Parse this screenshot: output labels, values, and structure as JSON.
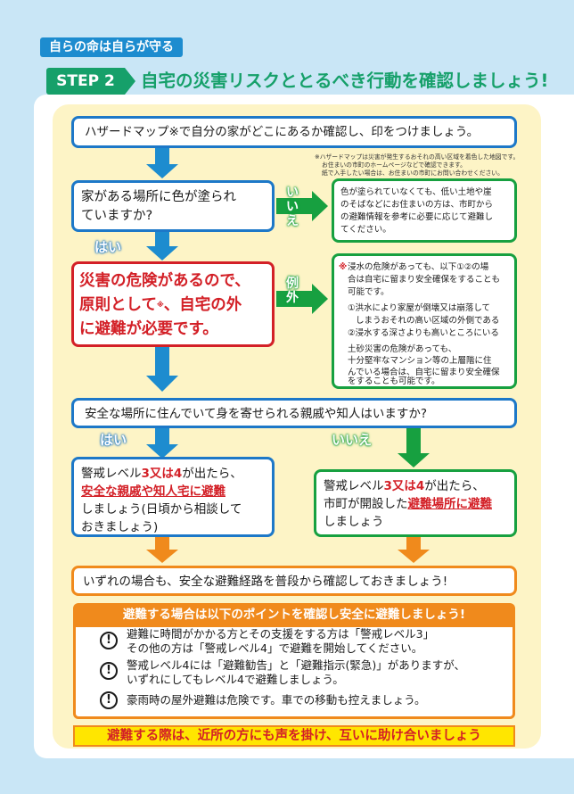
{
  "header": {
    "tag": "自らの命は自らが守る",
    "step": "STEP 2",
    "title": "自宅の災害リスクととるべき行動を確認しましょう!"
  },
  "flow": {
    "q1": "ハザードマップ※で自分の家がどこにあるか確認し、印をつけましょう。",
    "q1_note": [
      "※ハザードマップは災害が発生するおそれの高い区域を着色した地図です。",
      "お住まいの市町のホームページなどで確認できます。",
      "紙で入手したい場合は、お住まいの市町にお問い合わせください。"
    ],
    "q2_line1": "家がある場所に色が塗られ",
    "q2_line2": "ていますか?",
    "no_label": "いいえ",
    "no_box": [
      "色が塗られていなくても、低い土地や崖",
      "のそばなどにお住まいの方は、市町から",
      "の避難情報を参考に必要に応じて避難し",
      "てください。"
    ],
    "yes_label": "はい",
    "danger": {
      "line1": "災害の危険があるので、",
      "line2a": "原則として",
      "line2mark": "※",
      "line2b": "、自宅の外",
      "line3a": "に避難",
      "line3b": "が必要です。"
    },
    "exception_label": "例外",
    "exception_box": {
      "mark": "※",
      "lines1": [
        "浸水の危険があっても、以下①②の場",
        "合は自宅に留まり安全確保をすることも",
        "可能です。"
      ],
      "item1a": "①洪水により家屋が倒壊又は崩落して",
      "item1b": "しまうおそれの高い区域の外側である",
      "item2": "②浸水する深さよりも高いところにいる",
      "lines2": [
        "土砂災害の危険があっても、",
        "十分堅牢なマンション等の上層階に住",
        "んでいる場合は、自宅に留まり安全確保",
        "をすることも可能です。"
      ]
    },
    "q3": "安全な場所に住んでいて身を寄せられる親戚や知人はいますか?",
    "yes2_label": "はい",
    "no2_label": "いいえ",
    "left_result": {
      "l1a": "警戒レベル",
      "l1b": "3又は4",
      "l1c": "が出たら、",
      "l2": "安全な親戚や知人宅に避難",
      "l3": "しましょう(日頃から相談して",
      "l4": "おきましょう)"
    },
    "right_result": {
      "l1a": "警戒レベル",
      "l1b": "3又は4",
      "l1c": "が出たら、",
      "l2a": "市町が開設した",
      "l2b": "避難場所に避難",
      "l3": "しましょう"
    },
    "final": "いずれの場合も、安全な避難経路を普段から確認しておきましょう!"
  },
  "points": {
    "title": "避難する場合は以下のポイントを確認し安全に避難しましょう!",
    "icon": "!",
    "items": [
      {
        "l1": "避難に時間がかかる方とその支援をする方は「警戒レベル3」",
        "l2": "その他の方は「警戒レベル4」で避難を開始してください。"
      },
      {
        "l1": "警戒レベル4には「避難勧告」と「避難指示(緊急)」がありますが、",
        "l2": "いずれにしてもレベル4で避難しましょう。"
      },
      {
        "l1": "豪雨時の屋外避難は危険です。車での移動も控えましょう。",
        "l2": ""
      }
    ]
  },
  "slogan": "避難する際は、近所の方にも声を掛け、互いに助け合いましょう",
  "colors": {
    "blue": "#1d78c8",
    "green": "#17a040",
    "red": "#d32027",
    "orange": "#f08a1c",
    "panel": "#fdf4c6",
    "background": "#c9e6f6"
  }
}
